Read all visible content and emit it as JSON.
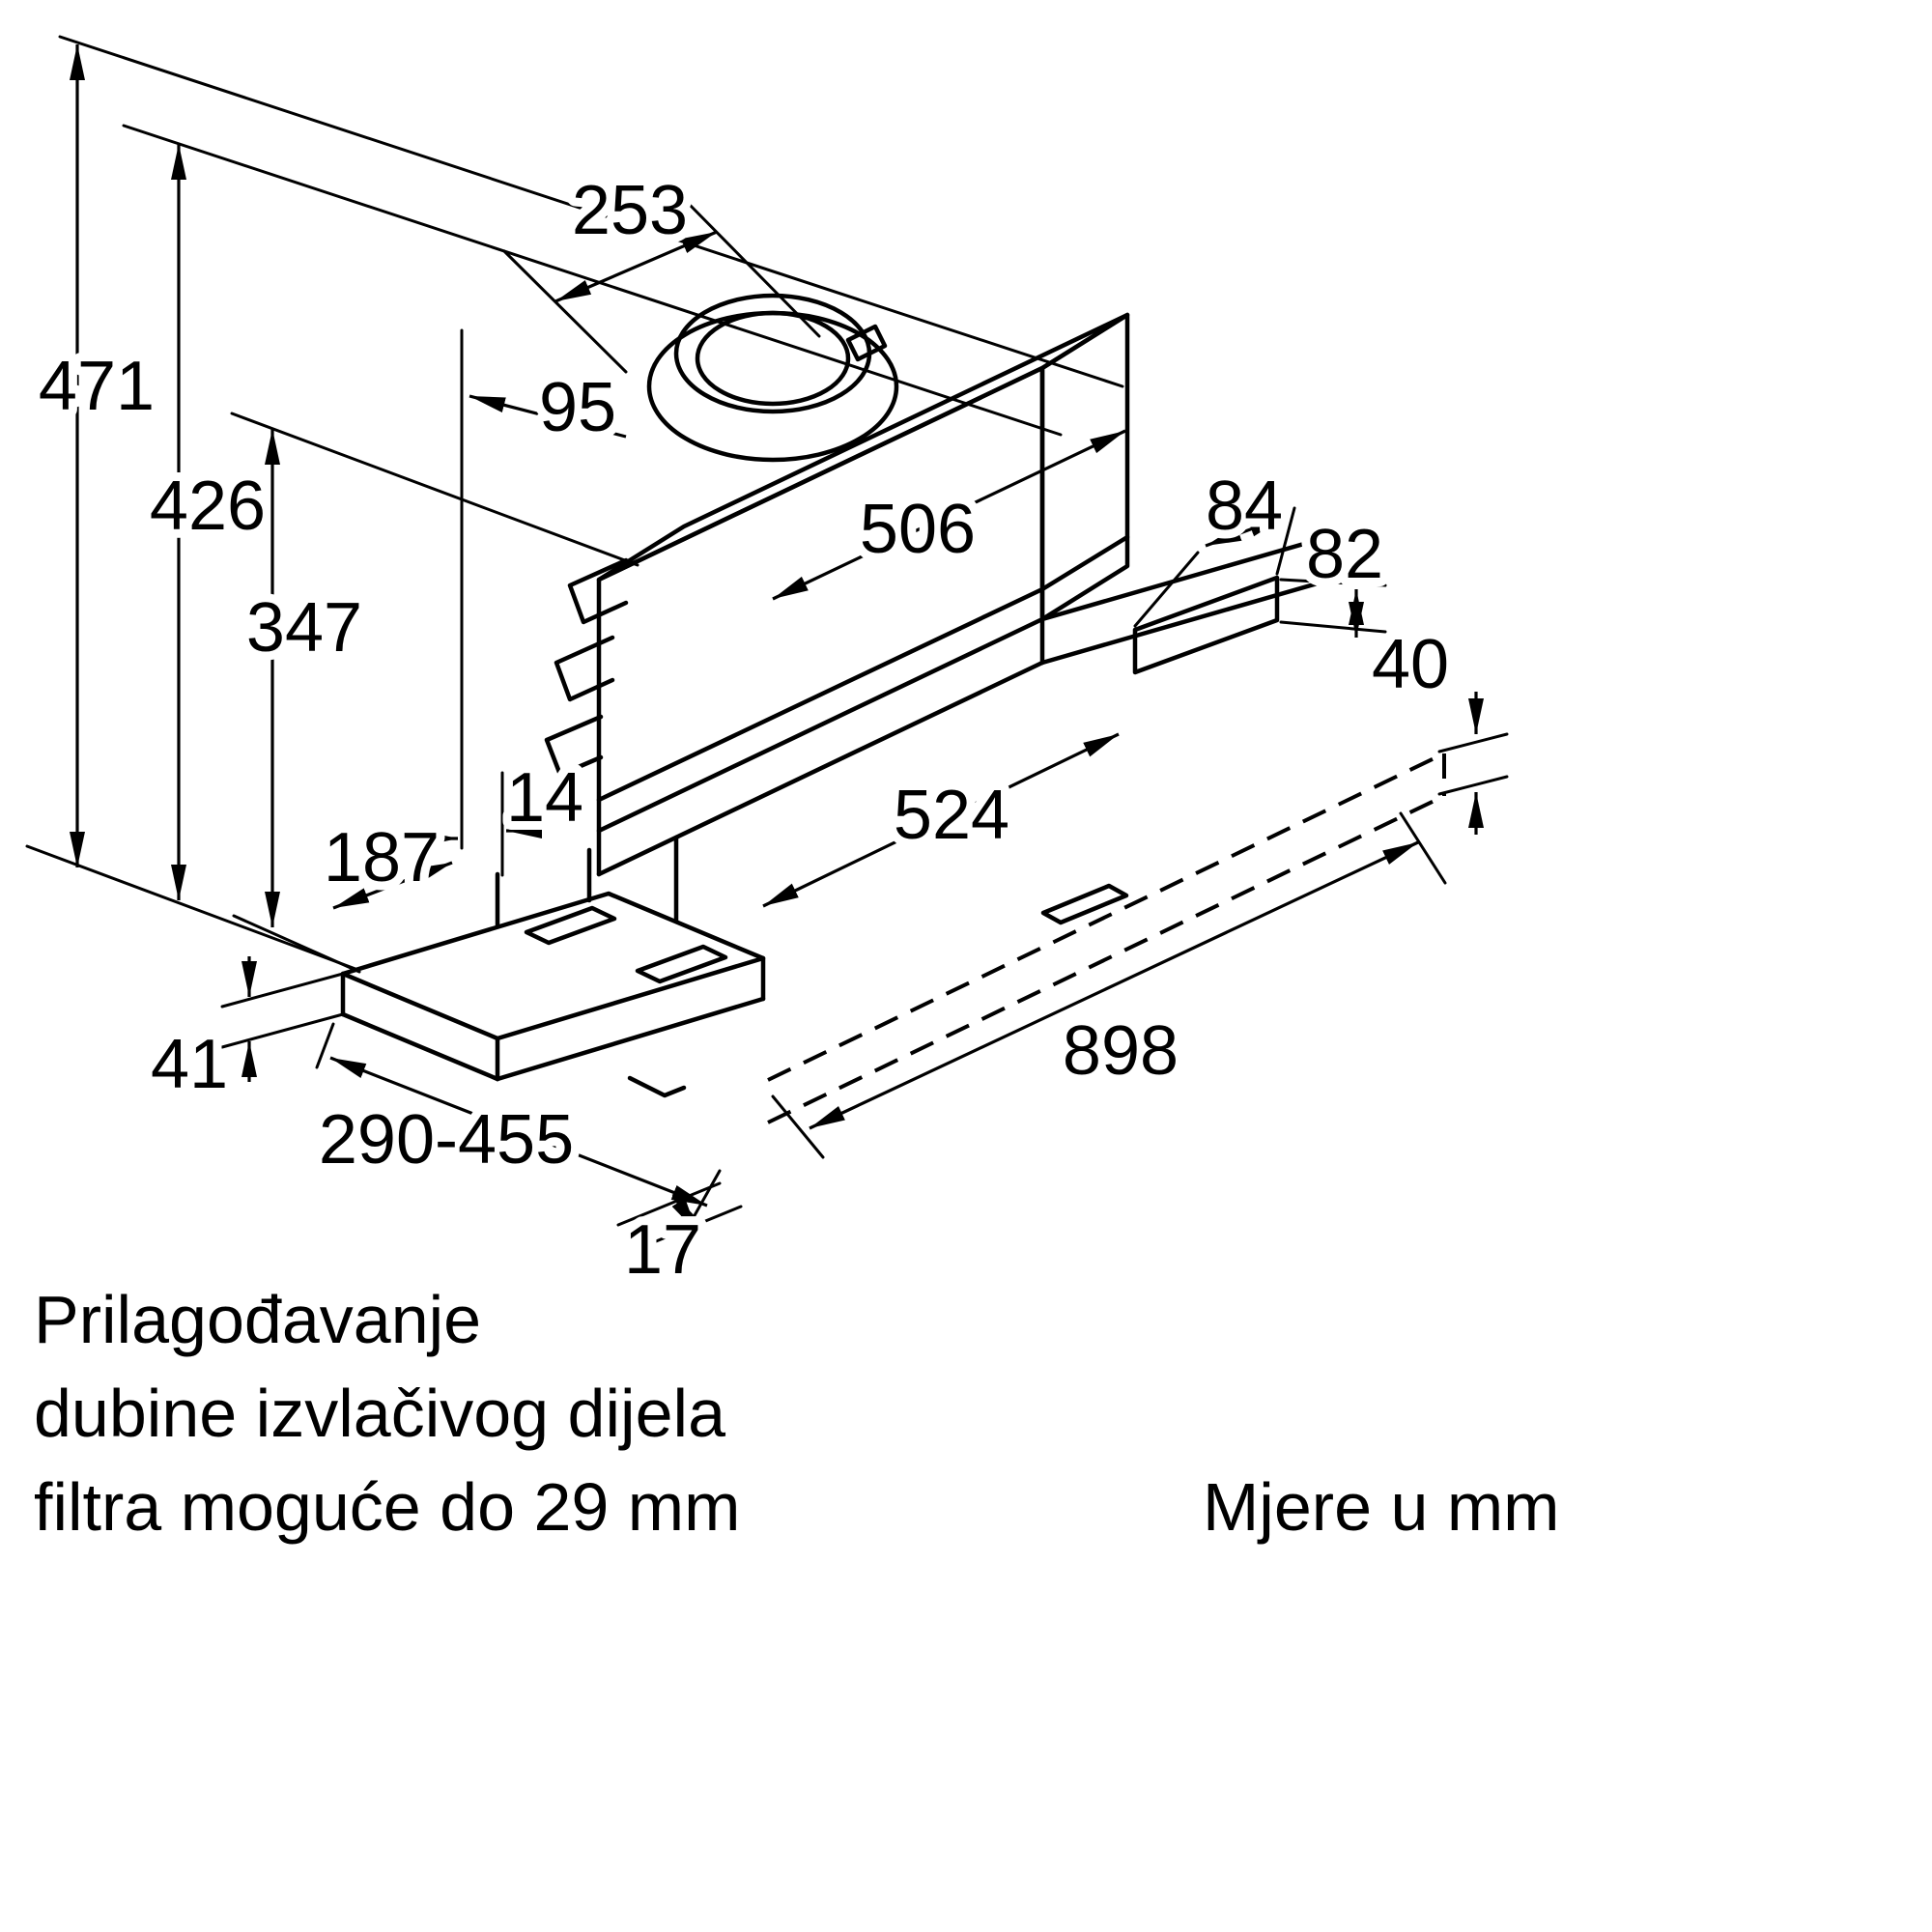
{
  "units_label": "Mjere u mm",
  "notes": {
    "line1": "Prilagođavanje",
    "line2": "dubine izvlačivog dijela",
    "line3": "filtra moguće do 29 mm"
  },
  "dims": {
    "top_depth": "253",
    "height_total": "471",
    "height_mid": "426",
    "height_inner": "347",
    "duct_offset": "95",
    "width_top": "506",
    "bracket_width": "84",
    "bracket_height": "82",
    "panel_gap": "40",
    "front_gap": "14",
    "visor_front": "187",
    "width_bottom": "524",
    "visor_thickness": "41",
    "pullout_range": "290-455",
    "overall_width": "898",
    "lip": "17"
  },
  "colors": {
    "line": "#000000",
    "background": "#ffffff"
  }
}
